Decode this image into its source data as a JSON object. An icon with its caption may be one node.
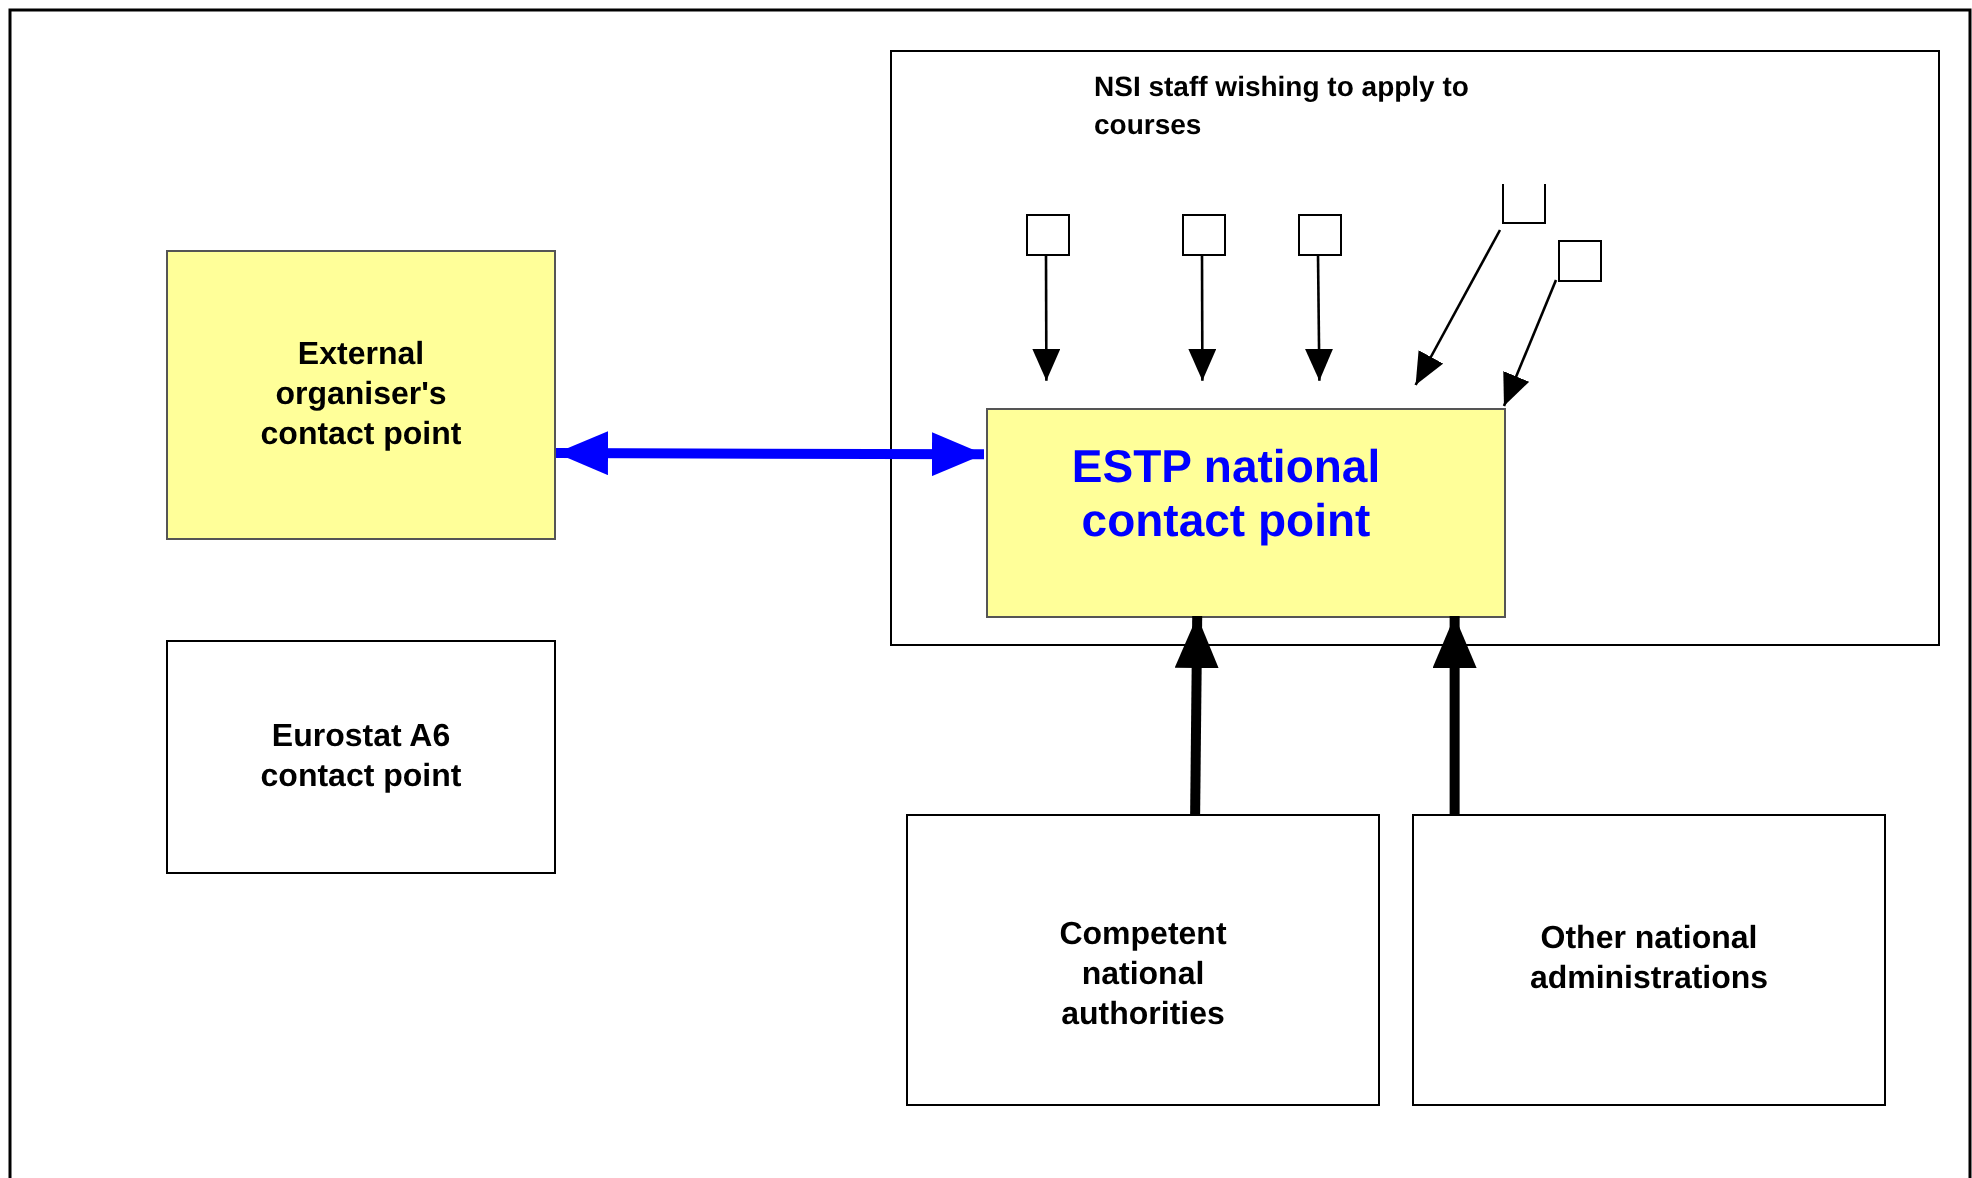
{
  "diagram": {
    "nodes": [
      {
        "text": [
          "NSI staff wishing to apply to courses"
        ]
      },
      {
        "text": [
          "External organiser's contact point"
        ]
      },
      {
        "text": [
          "ESTP national contact point"
        ],
        "in": 0
      },
      {
        "text": [],
        "shape": "box",
        "in": 0
      },
      {
        "text": [],
        "shape": "box",
        "in": 0
      },
      {
        "text": [],
        "shape": "box",
        "in": 0
      },
      {
        "text": [],
        "shape": "box",
        "in": 0
      },
      {
        "text": [],
        "shape": "box",
        "in": 0
      },
      {
        "text": [
          "Eurostat A6 contact point"
        ]
      },
      {
        "text": [
          "Competent national authorities"
        ]
      },
      {
        "text": [
          "Other national administrations"
        ]
      }
    ],
    "edges": [
      {
        "from": 1,
        "to": 2,
        "arrow": "both",
        "style": "thick",
        "color": "#0000ff"
      },
      {
        "from": 3,
        "to": 2,
        "arrow": "to"
      },
      {
        "from": 4,
        "to": 2,
        "arrow": "to"
      },
      {
        "from": 5,
        "to": 2,
        "arrow": "to"
      },
      {
        "from": 6,
        "to": 2,
        "arrow": "to"
      },
      {
        "from": 7,
        "to": 2,
        "arrow": "to"
      },
      {
        "from": 9,
        "to": 2,
        "arrow": "to",
        "style": "thick"
      },
      {
        "from": 10,
        "to": 2,
        "arrow": "to",
        "style": "thick"
      }
    ]
  }
}
